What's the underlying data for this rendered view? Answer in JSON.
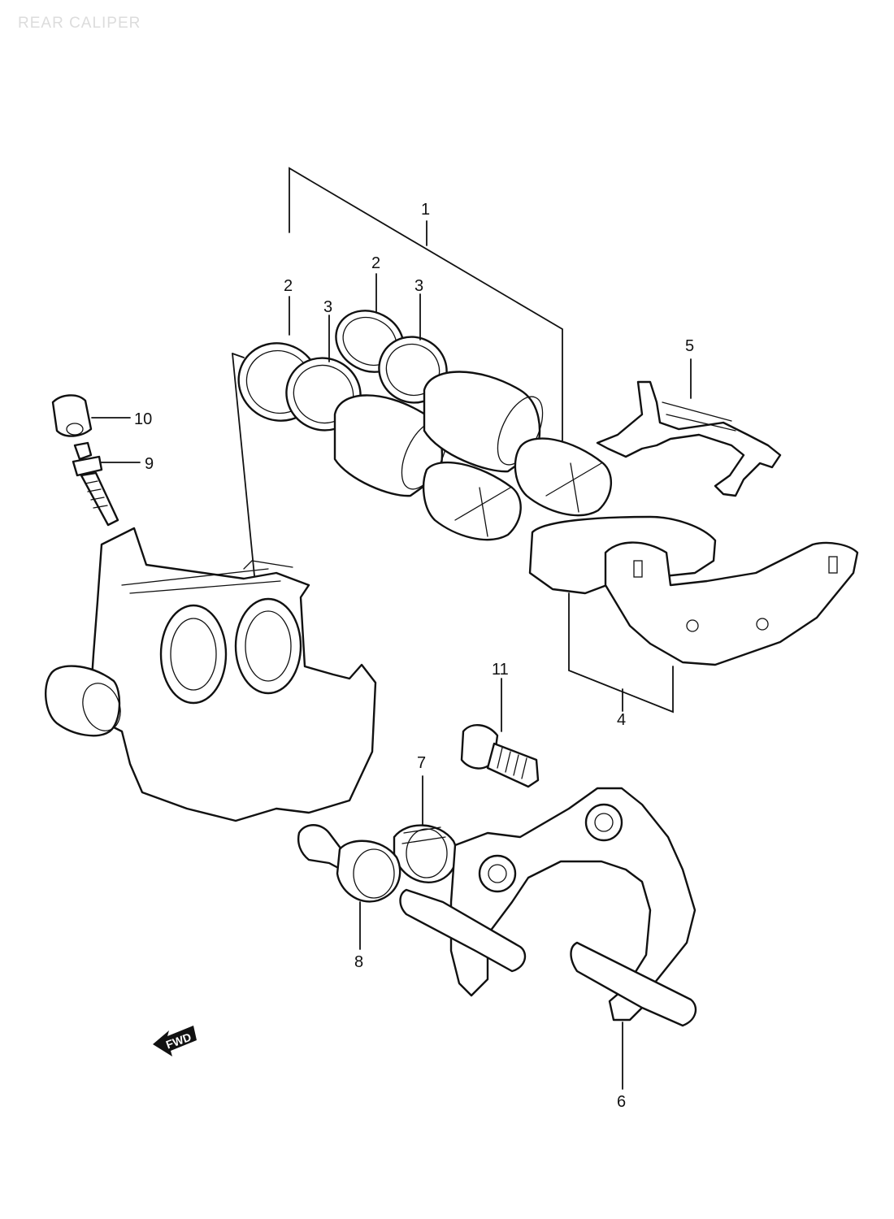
{
  "title": "REAR CALIPER",
  "fwd_label": "FWD",
  "callouts": {
    "c1": "1",
    "c2a": "2",
    "c2b": "2",
    "c3a": "3",
    "c3b": "3",
    "c4": "4",
    "c5": "5",
    "c6": "6",
    "c7": "7",
    "c8": "8",
    "c9": "9",
    "c10": "10",
    "c11": "11"
  }
}
